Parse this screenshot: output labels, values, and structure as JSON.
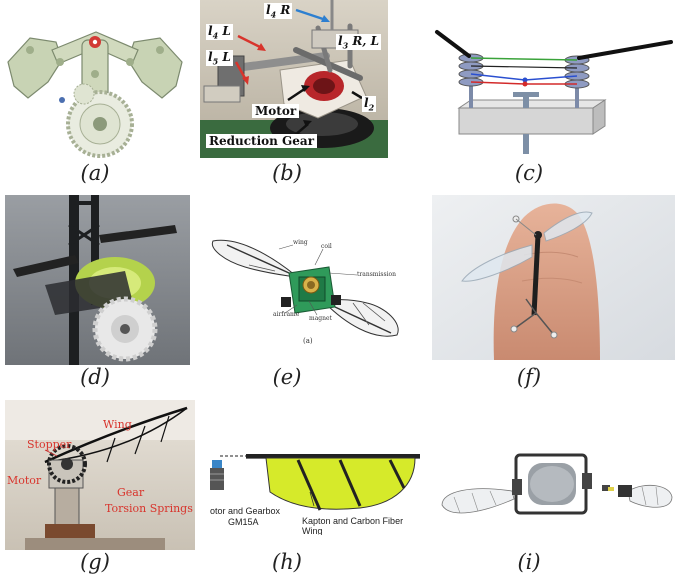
{
  "captions": [
    "(a)",
    "(b)",
    "(c)",
    "(d)",
    "(e)",
    "(f)",
    "(g)",
    "(h)",
    "(i)"
  ],
  "panel_b": {
    "l4R": "l",
    "l4R_sub": "4",
    "l4R_suffix": " R",
    "l4L": "l",
    "l4L_sub": "4",
    "l4L_suffix": " L",
    "l5L": "l",
    "l5L_sub": "5",
    "l5L_suffix": " L",
    "l3RL": "l",
    "l3RL_sub": "3",
    "l3RL_suffix": " R, L",
    "l2": "l",
    "l2_sub": "2",
    "motor": "Motor",
    "reduction": "Reduction Gear"
  },
  "panel_e": {
    "wing": "wing",
    "coil": "coil",
    "transmission": "transmission",
    "airframe": "airframe",
    "magnet": "magnet",
    "sub": "(a)"
  },
  "panel_g": {
    "stopper": "Stopper",
    "wing": "Wing",
    "motor": "Motor",
    "gear": "Gear",
    "torsion": "Torsion Springs"
  },
  "panel_h": {
    "motor_line1": "otor and Gearbox",
    "motor_line2": "GM15A",
    "wing": "Kapton and Carbon Fiber Wing"
  },
  "colors": {
    "label_red": "#d8342c",
    "arrow_blue": "#2d7fd0",
    "wing_yellow": "#d6ea2a",
    "airframe_green": "#2f9a5a"
  }
}
